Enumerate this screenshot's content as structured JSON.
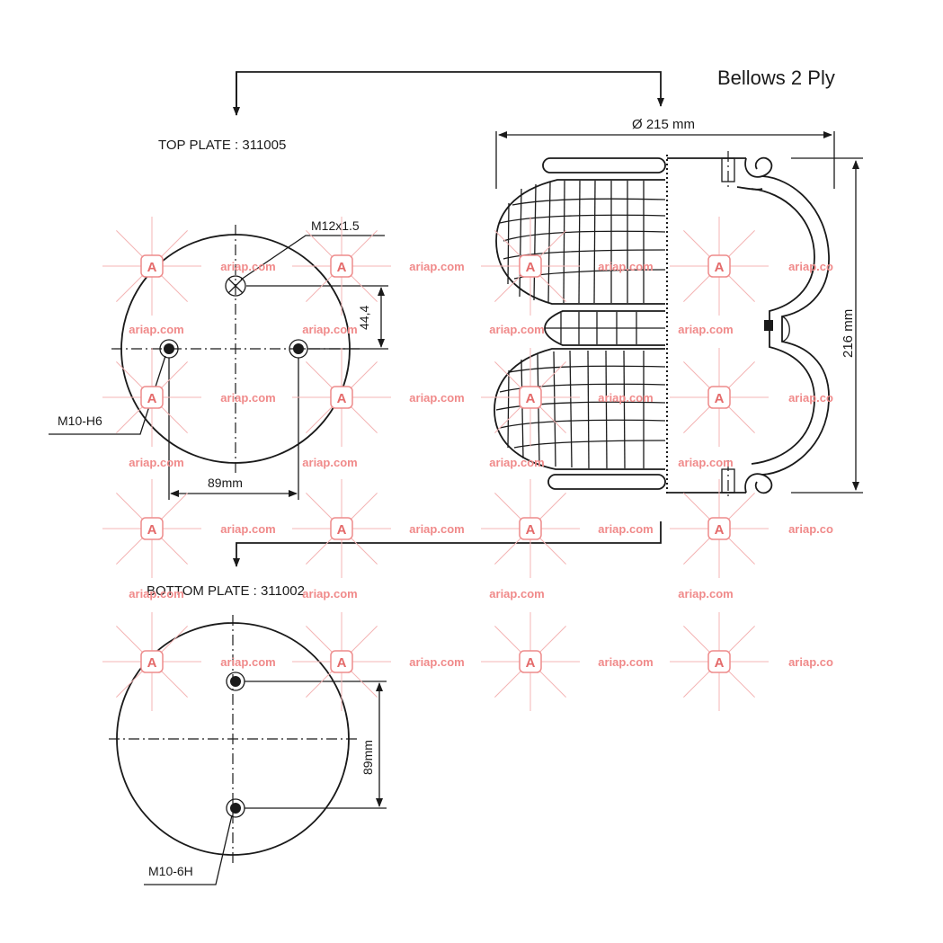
{
  "title": "Bellows 2 Ply",
  "top_plate": {
    "label": "TOP PLATE : 311005",
    "thread_center": "M12x1.5",
    "offset": "44,4",
    "studs": "M10-H6",
    "stud_spacing": "89mm"
  },
  "bottom_plate": {
    "label": "BOTTOM PLATE : 311002",
    "stud_spacing": "89mm",
    "studs": "M10-6H"
  },
  "bellows": {
    "diameter": "Ø 215 mm",
    "height": "216 mm"
  },
  "watermark": {
    "text_full": "ariap.com",
    "text_cut": "ariap.co",
    "badge": "A"
  }
}
